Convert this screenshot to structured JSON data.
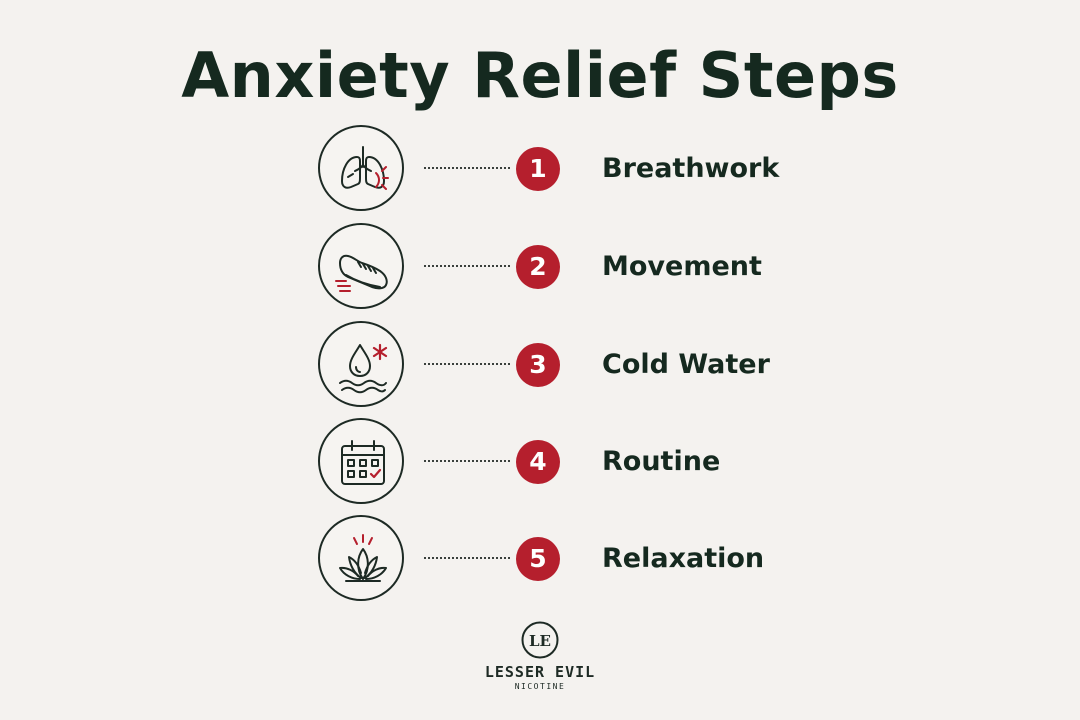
{
  "title": "Anxiety Relief Steps",
  "colors": {
    "dark": "#15291f",
    "accent_red": "#b51f2d",
    "background": "#f4f2ef"
  },
  "steps": [
    {
      "number": "1",
      "label": "Breathwork",
      "icon": "lungs-icon"
    },
    {
      "number": "2",
      "label": "Movement",
      "icon": "running-shoe-icon"
    },
    {
      "number": "3",
      "label": "Cold Water",
      "icon": "water-drop-icon"
    },
    {
      "number": "4",
      "label": "Routine",
      "icon": "calendar-icon"
    },
    {
      "number": "5",
      "label": "Relaxation",
      "icon": "lotus-icon"
    }
  ],
  "logo": {
    "monogram": "LE",
    "name": "LESSER EVIL",
    "sub": "NICOTINE"
  }
}
